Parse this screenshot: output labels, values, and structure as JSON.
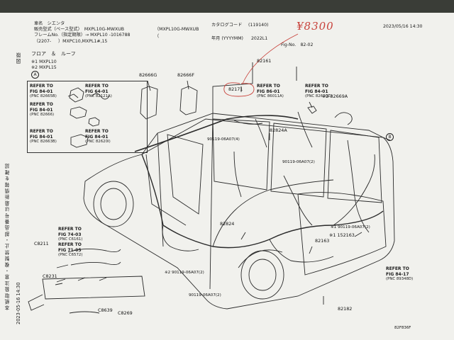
{
  "header": {
    "car_name": "車名　シエンタ",
    "model_line": "販売型式（ベース型式）　MXPL10G-MWXUB",
    "model_line_right": "（MXPL10G-MWXUB",
    "model_line_right2": "（",
    "frame_line": "フレームNo.（指定期限）→ MXPL10 -1016788",
    "range_line": "（2207-",
    "range_line2": "）MXPC10,MXPL1#,15",
    "catalog_code_label": "カタログコード",
    "catalog_code_value": "(119140)",
    "date_label": "年月 (YYYYMM)",
    "date_value": "2022L1",
    "timestamp": "2023/05/16 14:30",
    "fig_no": "Fig-No.　82-02",
    "section_title": "フロア　＆　ルーフ",
    "price_note": "¥8300",
    "side_strip_text": "本 紙 取 扱 注 意 ・ 複 製 禁 止 ・ 部 品 番 号 は 最 新 情 報 を 確 認",
    "side_strip_top": "図 版",
    "side_strip_bottom": "2023-05-16 14:30"
  },
  "legend": {
    "note1": "※1 MXPL10",
    "note2": "※2 MXPL15",
    "circle_a": "A"
  },
  "refer_boxes": [
    {
      "title": "REFER TO",
      "fig": "FIG 84-01",
      "pnc": "(PNC 82665B)"
    },
    {
      "title": "REFER TO",
      "fig": "FIG 64-01",
      "pnc": "(PNC 82121A)"
    },
    {
      "title": "REFER TO",
      "fig": "FIG 84-01",
      "pnc": "(PNC 82666)"
    },
    {
      "title": "REFER TO",
      "fig": "FIG 84-01",
      "pnc": "(PNC 82620I)"
    },
    {
      "title": "REFER TO",
      "fig": "FIG 84-01",
      "pnc": "(PNC 82663B)"
    }
  ],
  "diagram_refs": [
    {
      "title": "REFER TO",
      "fig": "FIG 86-01",
      "pnc": "(PNC 86011A)"
    },
    {
      "title": "REFER TO",
      "fig": "FIG 84-01",
      "pnc": "(PNC 82620Z)"
    },
    {
      "title": "REFER TO",
      "fig": "FIG 74-03",
      "pnc": "(PNC C6161)"
    },
    {
      "title": "REFER TO",
      "fig": "FIG 71-05",
      "pnc": "(PNC C6572)"
    },
    {
      "title": "REFER TO",
      "fig": "FIG 84-17",
      "pnc": "(PNC 89348D)"
    }
  ],
  "part_numbers": {
    "p82666G": "82666G",
    "p82666F": "82666F",
    "p82161": "82161",
    "p82171": "82171",
    "p82669A": "※2 82669A",
    "p82824A": "82824A",
    "p82824": "82824",
    "p82163": "82163",
    "p152163": "※1 152163",
    "p82182": "82182",
    "p90119a": "90119-06A07(4)",
    "p90119b": "90119-06A07(2)",
    "p90119c": "90119-06A07(2)",
    "p90119d": "※1 90119-06A07(2)",
    "p90119e": "※2 90119-06A07(2)",
    "c8211": "C8211",
    "c8231": "C8231",
    "c8639": "C8639",
    "c8269": "C8269",
    "circle_b": "B",
    "figure_code": "82F836F"
  }
}
